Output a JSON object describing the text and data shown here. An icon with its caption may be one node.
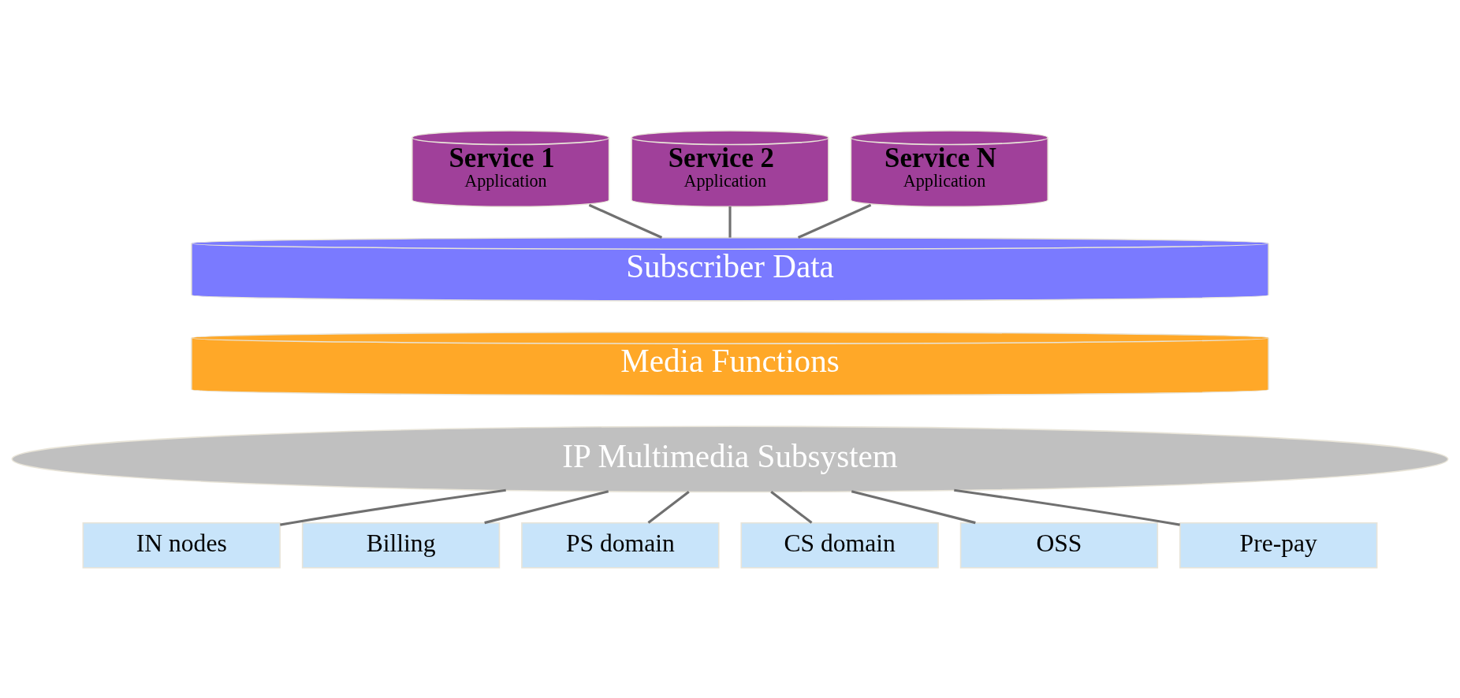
{
  "diagram": {
    "nodes": [
      {
        "text": [
          "Service 1",
          "Application"
        ]
      },
      {
        "text": [
          "Service 2",
          "Application"
        ]
      },
      {
        "text": [
          "Service N",
          "Application"
        ]
      },
      {
        "text": [
          "Subscriber Data"
        ]
      },
      {
        "text": [
          "Media Functions"
        ]
      },
      {
        "text": [
          "IP Multimedia Subsystem"
        ]
      },
      {
        "text": [
          "IN nodes"
        ]
      },
      {
        "text": [
          "Billing"
        ]
      },
      {
        "text": [
          "PS domain"
        ]
      },
      {
        "text": [
          "CS domain"
        ]
      },
      {
        "text": [
          "OSS"
        ]
      },
      {
        "text": [
          "Pre-pay"
        ]
      }
    ],
    "edges": [
      {
        "from": 0,
        "to": 3,
        "arrow": "none"
      },
      {
        "from": 1,
        "to": 3,
        "arrow": "none"
      },
      {
        "from": 2,
        "to": 3,
        "arrow": "none"
      },
      {
        "from": 5,
        "to": 6,
        "arrow": "none"
      },
      {
        "from": 5,
        "to": 7,
        "arrow": "none"
      },
      {
        "from": 5,
        "to": 8,
        "arrow": "none"
      },
      {
        "from": 5,
        "to": 9,
        "arrow": "none"
      },
      {
        "from": 5,
        "to": 10,
        "arrow": "none"
      },
      {
        "from": 5,
        "to": 11,
        "arrow": "none"
      }
    ]
  }
}
